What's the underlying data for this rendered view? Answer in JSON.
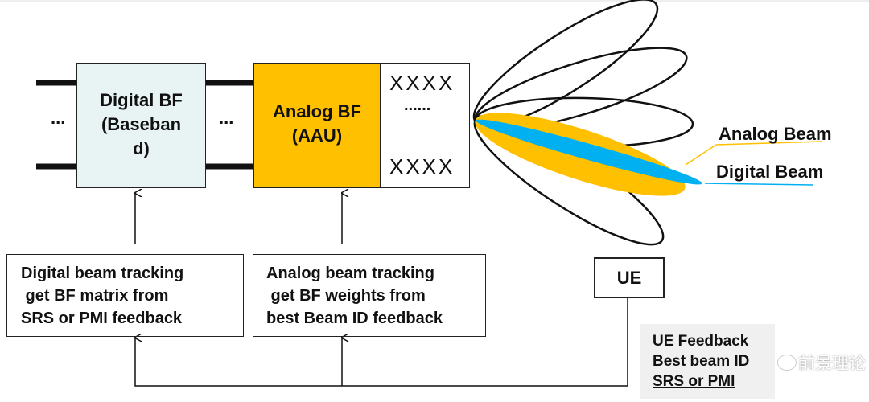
{
  "digital_bf": {
    "lines": [
      "Digital BF",
      "(Baseban",
      "d)"
    ],
    "fill": "#e8f4f4"
  },
  "analog_bf": {
    "lines": [
      "Analog BF",
      "(AAU)"
    ],
    "fill": "#ffc000"
  },
  "antenna": {
    "top": "XXXX",
    "middle": "......",
    "bottom": "XXXX"
  },
  "ellipsis": "...",
  "digital_tracking": {
    "lines": [
      "Digital beam tracking",
      " get BF matrix from",
      "SRS or PMI feedback"
    ]
  },
  "analog_tracking": {
    "lines": [
      "Analog beam tracking",
      " get BF weights from",
      "best Beam ID feedback"
    ]
  },
  "ue": "UE",
  "beams": {
    "analog_label": "Analog Beam",
    "digital_label": "Digital Beam",
    "analog_color": "#ffc000",
    "digital_color": "#00b0f0"
  },
  "feedback": {
    "lines": [
      "UE Feedback",
      "Best beam ID",
      "SRS or PMI"
    ]
  },
  "watermark": "前景理论"
}
